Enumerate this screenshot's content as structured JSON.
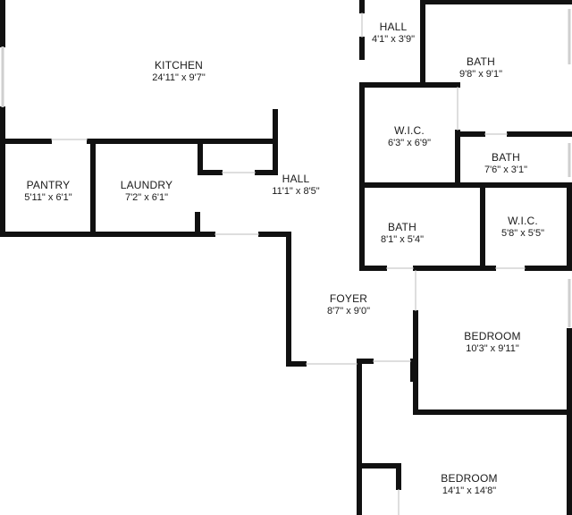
{
  "plan": {
    "colors": {
      "wall": "#111111",
      "window": "#cfcfcf",
      "background": "#ffffff",
      "text": "#1a1a1a"
    },
    "rooms": [
      {
        "id": "kitchen",
        "name": "KITCHEN",
        "dimensions": "24'11\" x 9'7\""
      },
      {
        "id": "pantry",
        "name": "PANTRY",
        "dimensions": "5'11\" x 6'1\""
      },
      {
        "id": "laundry",
        "name": "LAUNDRY",
        "dimensions": "7'2\" x 6'1\""
      },
      {
        "id": "hall-main",
        "name": "HALL",
        "dimensions": "11'1\" x 8'5\""
      },
      {
        "id": "hall-small",
        "name": "HALL",
        "dimensions": "4'1\" x 3'9\""
      },
      {
        "id": "bath-1",
        "name": "BATH",
        "dimensions": "9'8\" x 9'1\""
      },
      {
        "id": "wic-1",
        "name": "W.I.C.",
        "dimensions": "6'3\" x 6'9\""
      },
      {
        "id": "bath-2",
        "name": "BATH",
        "dimensions": "7'6\" x 3'1\""
      },
      {
        "id": "bath-3",
        "name": "BATH",
        "dimensions": "8'1\" x 5'4\""
      },
      {
        "id": "wic-2",
        "name": "W.I.C.",
        "dimensions": "5'8\" x 5'5\""
      },
      {
        "id": "foyer",
        "name": "FOYER",
        "dimensions": "8'7\" x 9'0\""
      },
      {
        "id": "bedroom-1",
        "name": "BEDROOM",
        "dimensions": "10'3\" x 9'11\""
      },
      {
        "id": "bedroom-2",
        "name": "BEDROOM",
        "dimensions": "14'1\" x 14'8\""
      }
    ]
  }
}
